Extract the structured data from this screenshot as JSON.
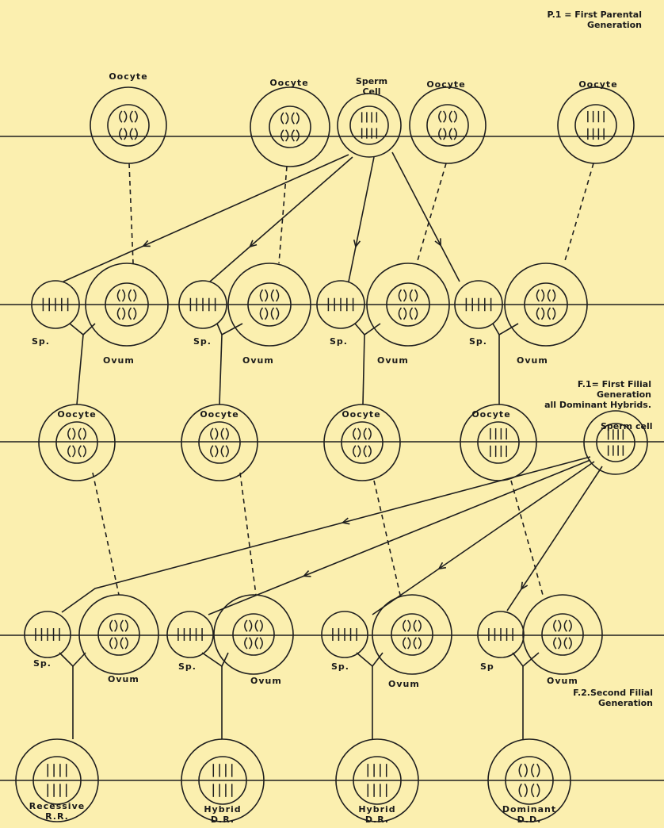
{
  "generation_labels": {
    "p1": "P.1 = First Parental\nGeneration",
    "f1": "F.1= First Filial\nGeneration\nall Dominant Hybrids.",
    "f2": "F.2.Second Filial\nGeneration"
  },
  "cell_labels": {
    "oocyte": "Oocyte",
    "sperm_cell_top": "Sperm\nCell",
    "sperm_cell_f1": "Sperm cell",
    "sp": "Sp.",
    "sp_no_dot": "Sp",
    "ovum": "Ovum"
  },
  "offspring": [
    {
      "name": "Recessive",
      "code": "R.R."
    },
    {
      "name": "Hybrid",
      "code": "D.R."
    },
    {
      "name": "Hybrid",
      "code": "D.R."
    },
    {
      "name": "Dominant",
      "code": "D.D."
    }
  ]
}
